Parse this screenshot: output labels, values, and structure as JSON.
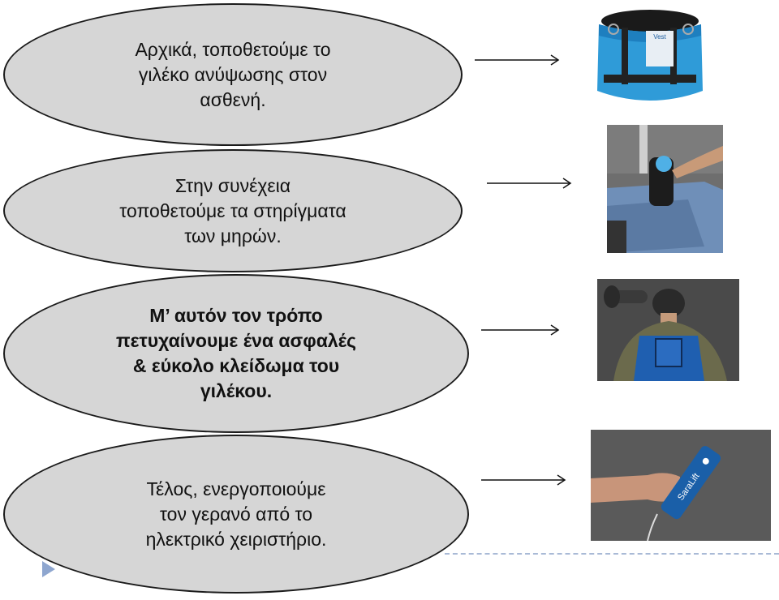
{
  "steps": [
    {
      "text_lines": [
        "Αρχικά, τοποθετούμε το",
        "γιλέκο ανύψωσης στον",
        "ασθενή."
      ],
      "image": "lift-vest-photo",
      "image_text": "Vest"
    },
    {
      "text_lines": [
        "Στην συνέχεια",
        "τοποθετούμε τα στηρίγματα",
        "των μηρών."
      ],
      "image": "thigh-supports-photo"
    },
    {
      "text_lines": [
        "Μ’ αυτόν τον τρόπο",
        "πετυχαίνουμε ένα ασφαλές",
        "& εύκολο κλείδωμα του",
        "γιλέκου."
      ],
      "image": "vest-locking-photo"
    },
    {
      "text_lines": [
        "Τέλος, ενεργοποιούμε",
        "τον γερανό από το",
        "ηλεκτρικό χειριστήριο."
      ],
      "image": "remote-control-photo",
      "image_text": "SaraLift"
    }
  ],
  "colors": {
    "ellipse_fill": "#d6d6d6",
    "ellipse_border": "#1b1b1b",
    "accent": "#8ea6cf"
  },
  "icons": [
    "arrow-right-icon",
    "triangle-bullet-icon"
  ]
}
